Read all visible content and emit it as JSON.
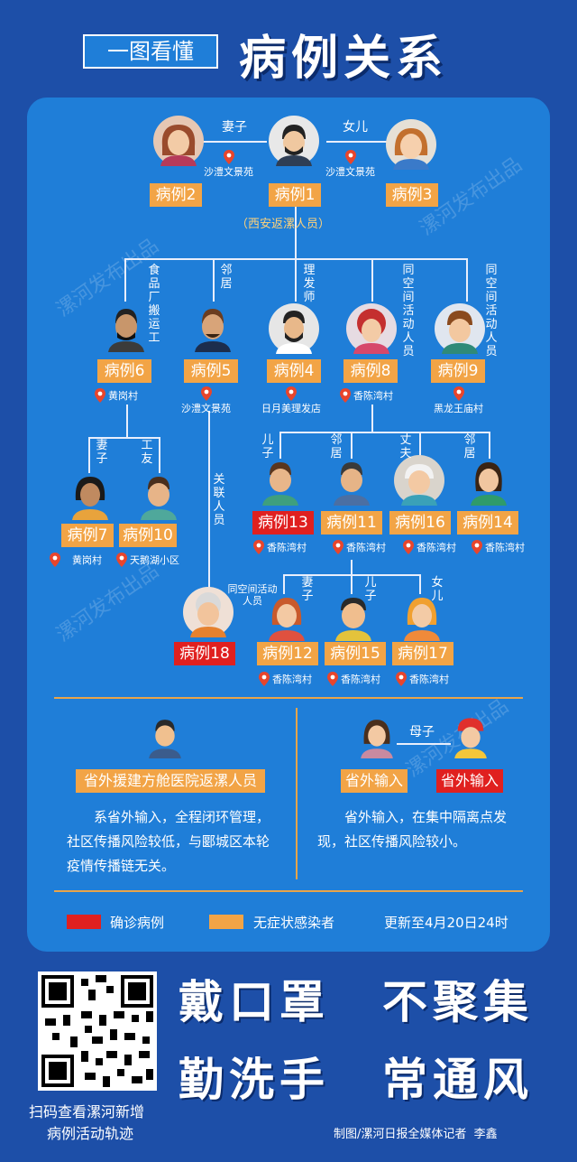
{
  "header": {
    "badge": "一图看懂",
    "title": "病例关系"
  },
  "watermark": "漯河发布出品",
  "colors": {
    "background": "#1d4fa8",
    "panel": "#1f7ed8",
    "confirmed": "#e0201f",
    "asymptomatic": "#f2a446"
  },
  "relations": {
    "wife": "妻子",
    "daughter": "女儿",
    "xian_returnee": "（西安返漯人员）",
    "food_worker": "食品厂搬运工",
    "neighbor5": "邻居",
    "barber": "理发师",
    "same_space8": "同空间活动人员",
    "same_space9": "同空间活动人员",
    "wife7": "妻子",
    "coworker10": "工友",
    "associated18": "关联人员",
    "son13": "儿子",
    "neighbor11": "邻居",
    "husband16": "丈夫",
    "neighbor14": "邻居",
    "same_space18": "同空间活动人员",
    "wife12": "妻子",
    "son15": "儿子",
    "daughter17": "女儿"
  },
  "cases": {
    "c1": {
      "label": "病例1",
      "loc": "沙澧文景苑"
    },
    "c2": {
      "label": "病例2",
      "loc": "沙澧文景苑"
    },
    "c3": {
      "label": "病例3",
      "loc": "沙澧文景苑"
    },
    "c4": {
      "label": "病例4",
      "loc": "日月美理发店"
    },
    "c5": {
      "label": "病例5",
      "loc": "沙澧文景苑"
    },
    "c6": {
      "label": "病例6",
      "loc": "黄岗村"
    },
    "c7": {
      "label": "病例7",
      "loc": "黄岗村"
    },
    "c8": {
      "label": "病例8",
      "loc": "香陈湾村"
    },
    "c9": {
      "label": "病例9",
      "loc": "黑龙王庙村"
    },
    "c10": {
      "label": "病例10",
      "loc": "天鹅湖小区"
    },
    "c11": {
      "label": "病例11",
      "loc": "香陈湾村"
    },
    "c12": {
      "label": "病例12",
      "loc": "香陈湾村"
    },
    "c13": {
      "label": "病例13",
      "loc": "香陈湾村"
    },
    "c14": {
      "label": "病例14",
      "loc": "香陈湾村"
    },
    "c15": {
      "label": "病例15",
      "loc": "香陈湾村"
    },
    "c16": {
      "label": "病例16",
      "loc": "香陈湾村"
    },
    "c17": {
      "label": "病例17",
      "loc": "香陈湾村"
    },
    "c18": {
      "label": "病例18"
    }
  },
  "imported": {
    "left_tag": "省外援建方舱医院返漯人员",
    "left_text": "系省外输入，全程闭环管理，社区传播风险较低，与郾城区本轮疫情传播链无关。",
    "mother_son": "母子",
    "right_tag1": "省外输入",
    "right_tag2": "省外输入",
    "right_text": "省外输入，在集中隔离点发现，社区传播风险较小。"
  },
  "legend": {
    "confirmed": "确诊病例",
    "asymptomatic": "无症状感染者",
    "updated": "更新至4月20日24时"
  },
  "slogans": {
    "s1": "戴口罩",
    "s2": "不聚集",
    "s3": "勤洗手",
    "s4": "常通风"
  },
  "footer": {
    "qr_line1": "扫码查看漯河新增",
    "qr_line2": "病例活动轨迹",
    "credit": "制图/漯河日报全媒体记者  李鑫"
  }
}
